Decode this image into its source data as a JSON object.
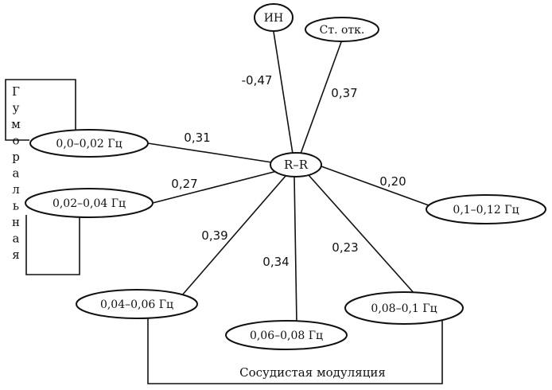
{
  "diagram": {
    "center": {
      "label": "R–R"
    },
    "nodes": {
      "in": "ИН",
      "st_otk": "Ст. отк.",
      "f1": "0,0–0,02 Гц",
      "f2": "0,02–0,04 Гц",
      "f3": "0,04–0,06 Гц",
      "f4": "0,06–0,08 Гц",
      "f5": "0,08–0,1 Гц",
      "f6": "0,1–0,12 Гц"
    },
    "edges": {
      "in": "-0,47",
      "st_otk": "0,37",
      "f1": "0,31",
      "f2": "0,27",
      "f3": "0,39",
      "f4": "0,34",
      "f5": "0,23",
      "f6": "0,20"
    },
    "groups": {
      "humoral_letters": [
        "Г",
        "у",
        "м",
        "о",
        "р",
        "а",
        "л",
        "ь",
        "н",
        "а",
        "я"
      ],
      "vascular": "Сосудистая модуляция"
    }
  }
}
